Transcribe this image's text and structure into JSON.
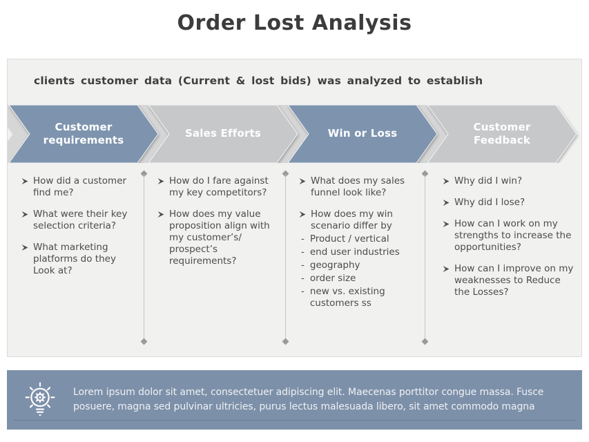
{
  "title": "Order Lost Analysis",
  "subtitle": "clients customer data (Current & lost bids) was analyzed to establish",
  "markers": {
    "dash": "-"
  },
  "colors": {
    "stage_blue": "#7E94AE",
    "stage_gray": "#C6C8CA",
    "chevron_back": "#D6D6D6",
    "panel_bg": "#F1F1F0",
    "footer_bg": "#7D90A9"
  },
  "stages": [
    {
      "label": "Customer requirements",
      "hex": "#7E94AE",
      "items": [
        {
          "marker": "arrow",
          "text": "How did a customer find me?"
        },
        {
          "marker": "arrow",
          "text": "What were their key selection criteria?"
        },
        {
          "marker": "arrow",
          "text": "What marketing platforms do they Look at?"
        }
      ]
    },
    {
      "label": "Sales Efforts",
      "hex": "#C6C8CA",
      "items": [
        {
          "marker": "arrow",
          "text": "How do I fare against my key competitors?"
        },
        {
          "marker": "arrow",
          "text": "How does my value proposition align with my customer’s/ prospect’s requirements?"
        }
      ]
    },
    {
      "label": "Win or Loss",
      "hex": "#7E94AE",
      "items": [
        {
          "marker": "arrow",
          "text": "What does my sales funnel look like?"
        },
        {
          "marker": "arrow",
          "text": "How does my win scenario differ by"
        },
        {
          "marker": "dash",
          "text": "Product / vertical"
        },
        {
          "marker": "dash",
          "text": "end user industries"
        },
        {
          "marker": "dash",
          "text": "geography"
        },
        {
          "marker": "dash",
          "text": "order size"
        },
        {
          "marker": "dash",
          "text": "new vs. existing customers ss"
        }
      ]
    },
    {
      "label": "Customer Feedback",
      "hex": "#C6C8CA",
      "items": [
        {
          "marker": "arrow",
          "text": "Why did I win?"
        },
        {
          "marker": "arrow",
          "text": "Why did I lose?"
        },
        {
          "marker": "arrow",
          "text": "How can I work on my strengths to increase the opportunities?"
        },
        {
          "marker": "arrow",
          "text": "How can I improve on my weaknesses to Reduce the Losses?"
        }
      ]
    }
  ],
  "footer": {
    "icon": "lightbulb-gear-icon",
    "text": "Lorem ipsum dolor sit amet, consectetuer adipiscing elit. Maecenas porttitor congue massa. Fusce posuere, magna sed pulvinar ultricies, purus lectus malesuada libero, sit amet commodo magna"
  }
}
